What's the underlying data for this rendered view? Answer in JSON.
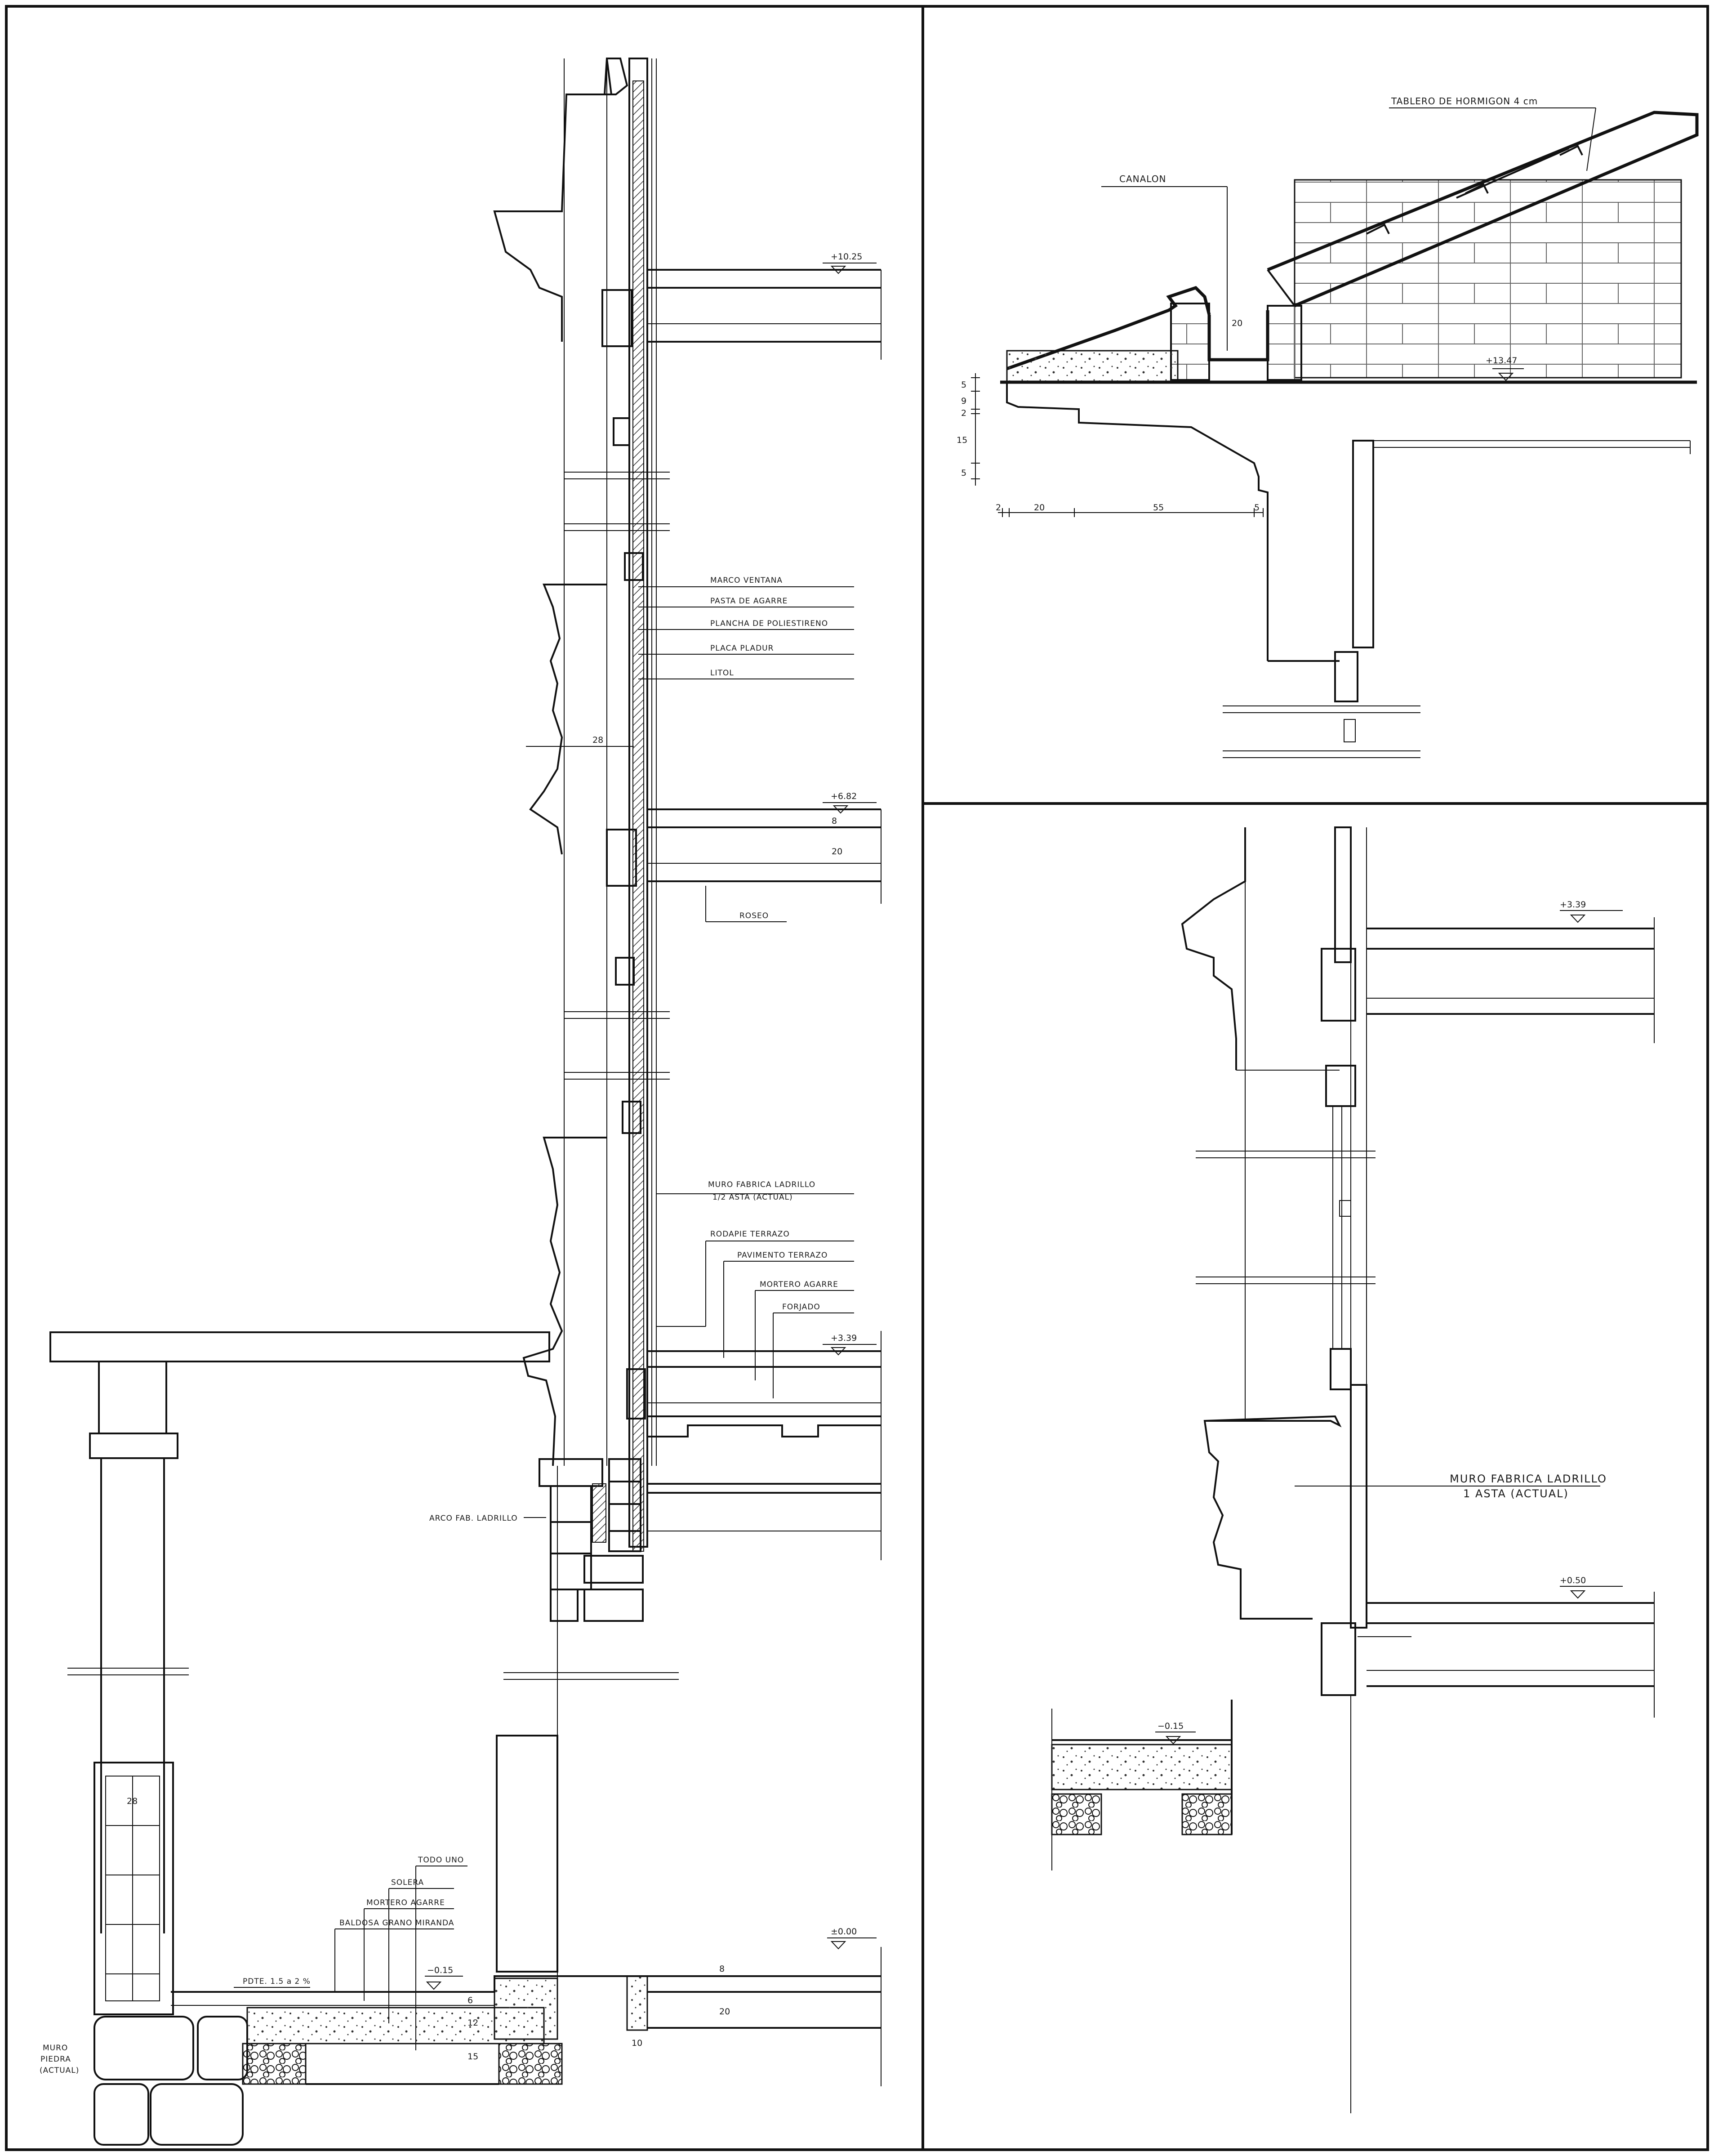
{
  "sheet": {
    "colors": {
      "ink": "#111111",
      "paper": "#ffffff",
      "hatch": "#555555"
    }
  },
  "panel_main": {
    "levels": {
      "l1025": "+10.25",
      "l682": "+6.82",
      "l339": "+3.39",
      "l000": "±0.00",
      "lm015": "−0.15"
    },
    "labels": {
      "marco_ventana": "MARCO VENTANA",
      "pasta_agarre": "PASTA DE AGARRE",
      "plancha": "PLANCHA DE POLIESTIRENO",
      "placa": "PLACA PLADUR",
      "litol": "LITOL",
      "roseo": "ROSEO",
      "muro_fabrica_1": "MURO FABRICA LADRILLO",
      "muro_fabrica_2": "1/2 ASTA (ACTUAL)",
      "rodapie": "RODAPIE TERRAZO",
      "pavimento": "PAVIMENTO TERRAZO",
      "mortero_agarre": "MORTERO AGARRE",
      "forjado": "FORJADO",
      "arco": "ARCO FAB. LADRILLO",
      "baldosa": "BALDOSA GRANO MIRANDA",
      "mortero_agarre_2": "MORTERO AGARRE",
      "solera": "SOLERA",
      "todo_uno": "TODO UNO",
      "pendiente": "PDTE. 1.5 a 2 %",
      "muro_piedra_1": "MURO",
      "muro_piedra_2": "PIEDRA",
      "muro_piedra_3": "(ACTUAL)"
    },
    "dims": {
      "d28a": "28",
      "d8a": "8",
      "d20a": "20",
      "d28b": "28",
      "d8b": "8",
      "d20b": "20",
      "d12": "12",
      "d15": "15",
      "d6": "6",
      "d10": "10"
    }
  },
  "panel_roof": {
    "levels": {
      "l1347": "+13.47"
    },
    "labels": {
      "tablero": "TABLERO DE HORMIGON 4 cm",
      "canalon": "CANALON"
    },
    "dims": {
      "v5a": "5",
      "v9": "9",
      "v2": "2",
      "v15": "15",
      "v5b": "5",
      "h2": "2",
      "h20": "20",
      "h55": "55",
      "h5": "5",
      "gutter20": "20"
    }
  },
  "panel_lower": {
    "levels": {
      "l339": "+3.39",
      "l050": "+0.50",
      "lm015": "−0.15"
    },
    "labels": {
      "muro_fabrica_1": "MURO FABRICA LADRILLO",
      "muro_fabrica_2": "1 ASTA (ACTUAL)"
    }
  }
}
